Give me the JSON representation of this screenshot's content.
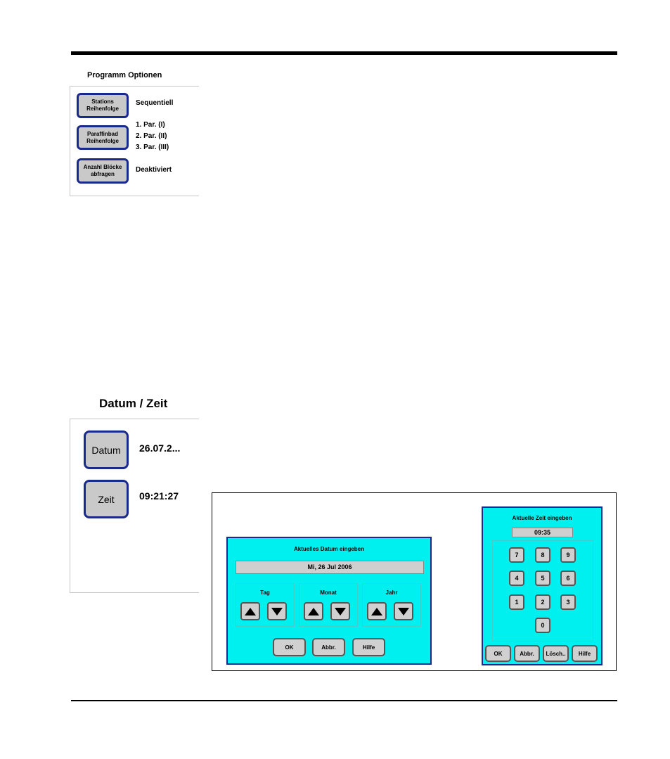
{
  "program_options": {
    "title": "Programm Optionen",
    "station_order_button": [
      "Stations",
      "Reihenfolge"
    ],
    "station_order_value": "Sequentiell",
    "paraffin_order_button": [
      "Paraffinbad",
      "Reihenfolge"
    ],
    "paraffin_order_values": [
      "1. Par. (I)",
      "2. Par. (II)",
      "3. Par. (III)"
    ],
    "block_count_button": [
      "Anzahl Blöcke",
      "abfragen"
    ],
    "block_count_value": "Deaktiviert"
  },
  "date_time": {
    "title": "Datum / Zeit",
    "date_button": "Datum",
    "date_value": "26.07.2...",
    "time_button": "Zeit",
    "time_value": "09:21:27"
  },
  "date_dialog": {
    "title": "Aktuelles Datum eingeben",
    "display": "Mi, 26 Jul 2006",
    "groups": [
      "Tag",
      "Monat",
      "Jahr"
    ],
    "buttons": [
      "OK",
      "Abbr.",
      "Hilfe"
    ]
  },
  "time_dialog": {
    "title": "Aktuelle Zeit eingeben",
    "display": "09:35",
    "keys": [
      "7",
      "8",
      "9",
      "4",
      "5",
      "6",
      "1",
      "2",
      "3",
      "0"
    ],
    "buttons": [
      "OK",
      "Abbr.",
      "Lösch..",
      "Hilfe"
    ]
  },
  "colors": {
    "dialog_bg": "#00f0f0",
    "button_border": "#1a2a8c",
    "button_bg": "#c9c9c9"
  }
}
